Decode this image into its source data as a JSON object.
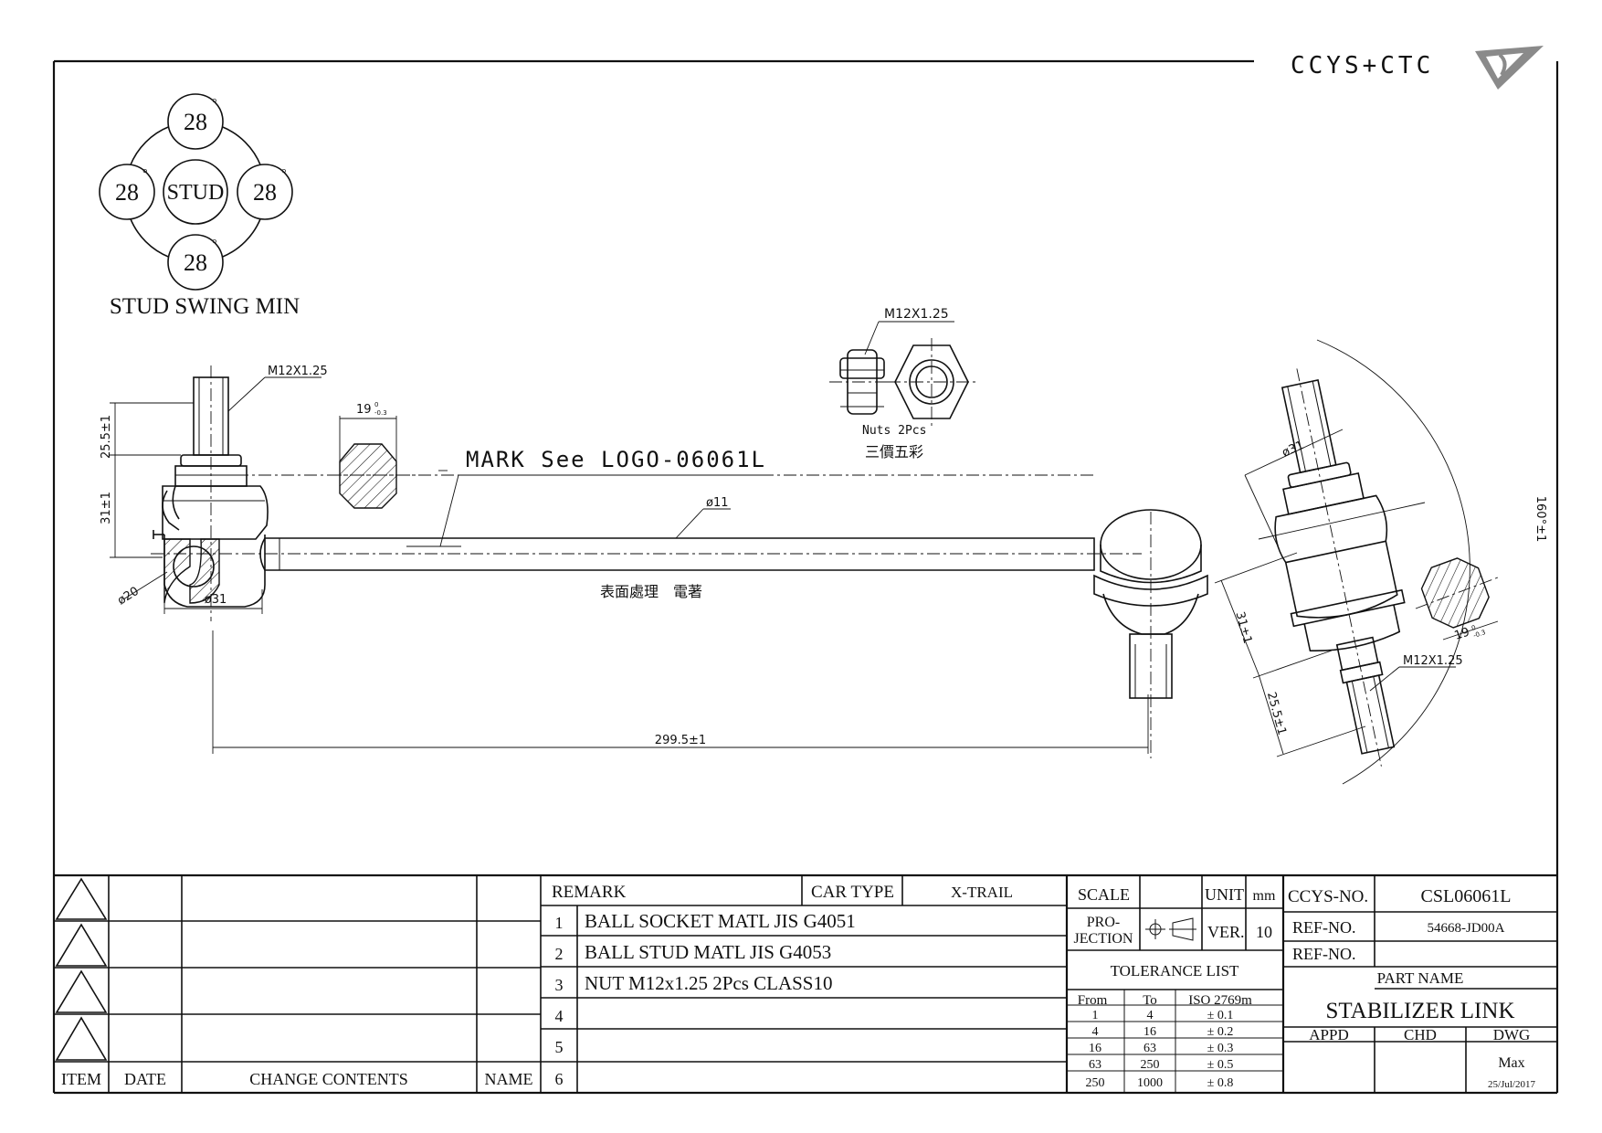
{
  "logo": {
    "text": "CCYS+CTC"
  },
  "stud_swing": {
    "angles": {
      "top": "28",
      "left": "28",
      "right": "28",
      "bottom": "28"
    },
    "degree_mark": "°",
    "center": "STUD",
    "caption": "STUD SWING MIN"
  },
  "left_view": {
    "thread": "M12X1.25",
    "dim_stud": "25.5±1",
    "dim_body": "31±1",
    "dim_ball": "ø20",
    "dim_socket": "ø31",
    "wrench_flat": "19",
    "wrench_tol_upper": "0",
    "wrench_tol_lower": "-0.3"
  },
  "nut": {
    "thread": "M12X1.25",
    "qty": "Nuts 2Pcs",
    "maker": "三價五彩"
  },
  "rod": {
    "mark_note": "MARK See LOGO-06061L",
    "diameter": "ø11",
    "surface": "表面處理　電著",
    "length": "299.5±1"
  },
  "right_view": {
    "dim_socket": "ø31",
    "swing_radius": "160°±1",
    "dim_body": "31±1",
    "dim_stud": "25.5±1",
    "thread": "M12X1.25",
    "wrench_flat": "19",
    "wrench_tol_upper": "0",
    "wrench_tol_lower": "-0.3"
  },
  "revision_table": {
    "headers": {
      "item": "ITEM",
      "date": "DATE",
      "contents": "CHANGE CONTENTS",
      "name": "NAME"
    }
  },
  "remarks": {
    "label": "REMARK",
    "car_type_label": "CAR TYPE",
    "car_type": "X-TRAIL",
    "rows": [
      {
        "no": "1",
        "text": "BALL SOCKET MATL JIS G4051"
      },
      {
        "no": "2",
        "text": "BALL STUD MATL JIS G4053"
      },
      {
        "no": "3",
        "text": "NUT M12x1.25 2Pcs CLASS10"
      },
      {
        "no": "4",
        "text": ""
      },
      {
        "no": "5",
        "text": ""
      },
      {
        "no": "6",
        "text": ""
      }
    ]
  },
  "spec": {
    "scale_label": "SCALE",
    "scale_value": "",
    "unit_label": "UNIT",
    "unit": "mm",
    "projection_label": "PRO-\nJECTION",
    "projection_1": "PRO-",
    "projection_2": "JECTION",
    "ver_label": "VER.",
    "ver": "10",
    "tolerance_title": "TOLERANCE LIST",
    "tolerance_headers": {
      "from": "From",
      "to": "To",
      "iso": "ISO 2769m"
    },
    "tolerance_rows": [
      {
        "from": "1",
        "to": "4",
        "tol": "± 0.1"
      },
      {
        "from": "4",
        "to": "16",
        "tol": "± 0.2"
      },
      {
        "from": "16",
        "to": "63",
        "tol": "± 0.3"
      },
      {
        "from": "63",
        "to": "250",
        "tol": "± 0.5"
      },
      {
        "from": "250",
        "to": "1000",
        "tol": "± 0.8"
      }
    ]
  },
  "title_block": {
    "ccys_no_label": "CCYS-NO.",
    "ccys_no": "CSL06061L",
    "ref_no_label": "REF-NO.",
    "ref_no": "54668-JD00A",
    "ref_no2_label": "REF-NO.",
    "ref_no2": "",
    "part_name_label": "PART NAME",
    "part_name": "STABILIZER LINK",
    "appd_label": "APPD",
    "chd_label": "CHD",
    "dwg_label": "DWG",
    "dwg_name": "Max",
    "date": "25/Jul/2017"
  }
}
